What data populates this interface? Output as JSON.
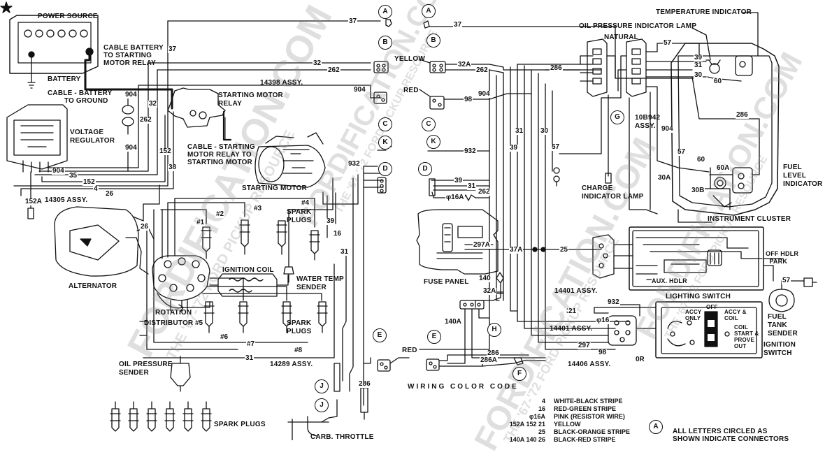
{
  "labels": {
    "power_source": "POWER SOURCE",
    "cable_battery_starting_motor_relay": "CABLE BATTERY\nTO STARTING\nMOTOR RELAY",
    "battery": "BATTERY",
    "cable_battery_ground": "CABLE - BATTERY\n        TO GROUND",
    "starting_motor_relay": "STARTING MOTOR\nRELAY",
    "voltage_regulator": "VOLTAGE\nREGULATOR",
    "cable_starting_motor": "CABLE - STARTING\nMOTOR RELAY TO\nSTARTING MOTOR",
    "starting_motor": "STARTING MOTOR",
    "assy_14305": "14305 ASSY.",
    "assy_14398": "14398 ASSY.",
    "alternator": "ALTERNATOR",
    "spark_plugs_top": "SPARK\nPLUGS",
    "ignition_coil": "IGNITION COIL",
    "water_temp_sender": "WATER TEMP\nSENDER",
    "rotation": "ROTATION",
    "distributor": "DISTRIBUTOR",
    "spark_plugs_mid": "SPARK\nPLUGS",
    "oil_pressure_sender": "OIL PRESSURE\nSENDER",
    "assy_14289": "14289 ASSY.",
    "spark_plugs_bottom": "SPARK PLUGS",
    "carb_throttle": "CARB. THROTTLE",
    "yellow": "YELLOW",
    "red_top": "RED",
    "red_bottom": "RED",
    "fuse_panel": "FUSE PANEL",
    "assy_14401_a": "14401 ASSY.",
    "assy_14401_b": "14401 ASSY.",
    "assy_14406": "14406 ASSY.",
    "wiring_color_code": "WIRING COLOR CODE",
    "temperature_indicator": "TEMPERATURE INDICATOR",
    "oil_pressure_indicator_lamp": "OIL PRESSURE INDICATOR LAMP",
    "natural": "NATURAL",
    "assy_10b942": "10B942\nASSY.",
    "charge_indicator_lamp": "CHARGE\nINDICATOR LAMP",
    "fuel_level_indicator": "FUEL\nLEVEL\nINDICATOR",
    "instrument_cluster": "INSTRUMENT CLUSTER",
    "lighting_switch": "LIGHTING SWITCH",
    "off_hdlr_park": "OFF HDLR\n  PARK",
    "aux_hdlr": "AUX. HDLR",
    "fuel_tank_sender": "FUEL\nTANK\nSENDER",
    "ignition_switch": "IGNITION\nSWITCH",
    "ign_off": "OFF",
    "ign_accy_only": "ACCY\nONLY",
    "ign_accy_coil": "ACCY &\nCOIL",
    "ign_coil_start": "COIL\nSTART &\nPROVE\nOUT",
    "all_letters_note": "ALL LETTERS CIRCLED AS\nSHOWN INDICATE CONNECTORS",
    "watermark_1": "FORDIFICATION.COM",
    "watermark_1_sub": "THE '67-'72 FORD PICKUP RESOURCE",
    "watermark_2": "FORDIFICATION.COM",
    "watermark_2_sub": "THE '67-'72 FORD PICKUP RESOURCE",
    "watermark_3": "FORDIFICATION.COM",
    "watermark_3_sub": "THE '67-'72 FORD PICKUP RESOURCE",
    "watermark_4": "FORDIFICATION.COM",
    "watermark_4_sub": "THE '67-'72 FORD PICKUP RESOURCE"
  },
  "plug_numbers": [
    "#1",
    "#2",
    "#3",
    "#4",
    "#5",
    "#6",
    "#7",
    "#8"
  ],
  "wire_numbers": {
    "w37_a": "37",
    "w37_b": "37",
    "w37_c": "37",
    "w32_a": "32",
    "w32_b": "32",
    "w32_c": "32",
    "w32a": "32A",
    "w262_a": "262",
    "w262_b": "262",
    "w262_c": "262",
    "w262_d": "262",
    "w904_a": "904",
    "w904_b": "904",
    "w904_c": "904",
    "w904_d": "904",
    "w904_e": "904",
    "w35": "35",
    "w152_a": "152",
    "w152_b": "152",
    "w152a": "152A",
    "w4": "4",
    "w26_a": "26",
    "w26_b": "26",
    "w38": "38",
    "w98_a": "98",
    "w98_b": "98",
    "w932_a": "932",
    "w932_b": "932",
    "w932_c": "932",
    "w39_a": "39",
    "w39_b": "39",
    "w39_c": "39",
    "w31_a": "31",
    "w31_b": "31",
    "w31_c": "31",
    "w31_d": "31",
    "w16": "16",
    "w16a": "φ16A",
    "w16_c": "φ16",
    "w286_a": "286",
    "w286_b": "286",
    "w286_c": "286",
    "w286a": "286A",
    "w30_a": "30",
    "w30_b": "30",
    "w30a": "30A",
    "w30b": "30B",
    "w57_a": "57",
    "w57_b": "57",
    "w57_c": "57",
    "w57_d": "57",
    "w60_a": "60",
    "w60_b": "60",
    "w60a": "60A",
    "w297a": "297A",
    "w297": "297",
    "w37a": "37A",
    "w25": "25",
    "w21": "21",
    "w140": "140",
    "w140a": "140A",
    "w0r": "0R"
  },
  "connectors": [
    "A",
    "A",
    "B",
    "B",
    "C",
    "C",
    "K",
    "K",
    "D",
    "D",
    "E",
    "E",
    "F",
    "G",
    "H",
    "J",
    "J",
    "A"
  ],
  "color_code": [
    {
      "code": "4",
      "name": "WHITE-BLACK STRIPE"
    },
    {
      "code": "16",
      "name": "RED-GREEN STRIPE"
    },
    {
      "code": "φ16A",
      "name": "PINK (RESISTOR WIRE)"
    },
    {
      "code": "152A  152  21",
      "name": "YELLOW"
    },
    {
      "code": "25",
      "name": "BLACK-ORANGE STRIPE"
    },
    {
      "code": "140A  140  26",
      "name": "BLACK-RED STRIPE"
    }
  ]
}
